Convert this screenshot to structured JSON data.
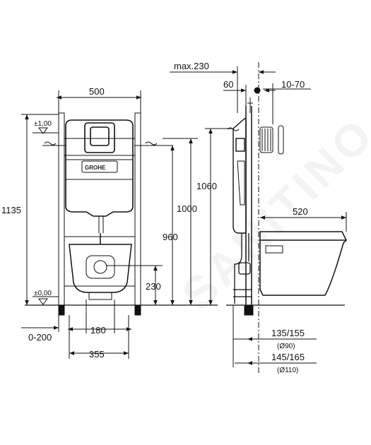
{
  "brand": "GROHE",
  "watermark": "SANITINO",
  "front_view": {
    "width_frame": "500",
    "height_frame": "1135",
    "level_top": "±1,00",
    "level_floor": "±0,00",
    "supply_height": "1060",
    "height_1000": "1000",
    "height_960": "960",
    "outlet_height": "230",
    "floor_offset": "0-200",
    "leg_spacing": "180",
    "outer_spacing": "355"
  },
  "side_view": {
    "max_depth": "max.230",
    "depth_60": "60",
    "wall_10_70": "10-70",
    "bowl_length": "520",
    "outlet_135_155": "135/155",
    "pipe_90": "(Ø90)",
    "outlet_145_165": "145/165",
    "pipe_110": "(Ø110)"
  }
}
